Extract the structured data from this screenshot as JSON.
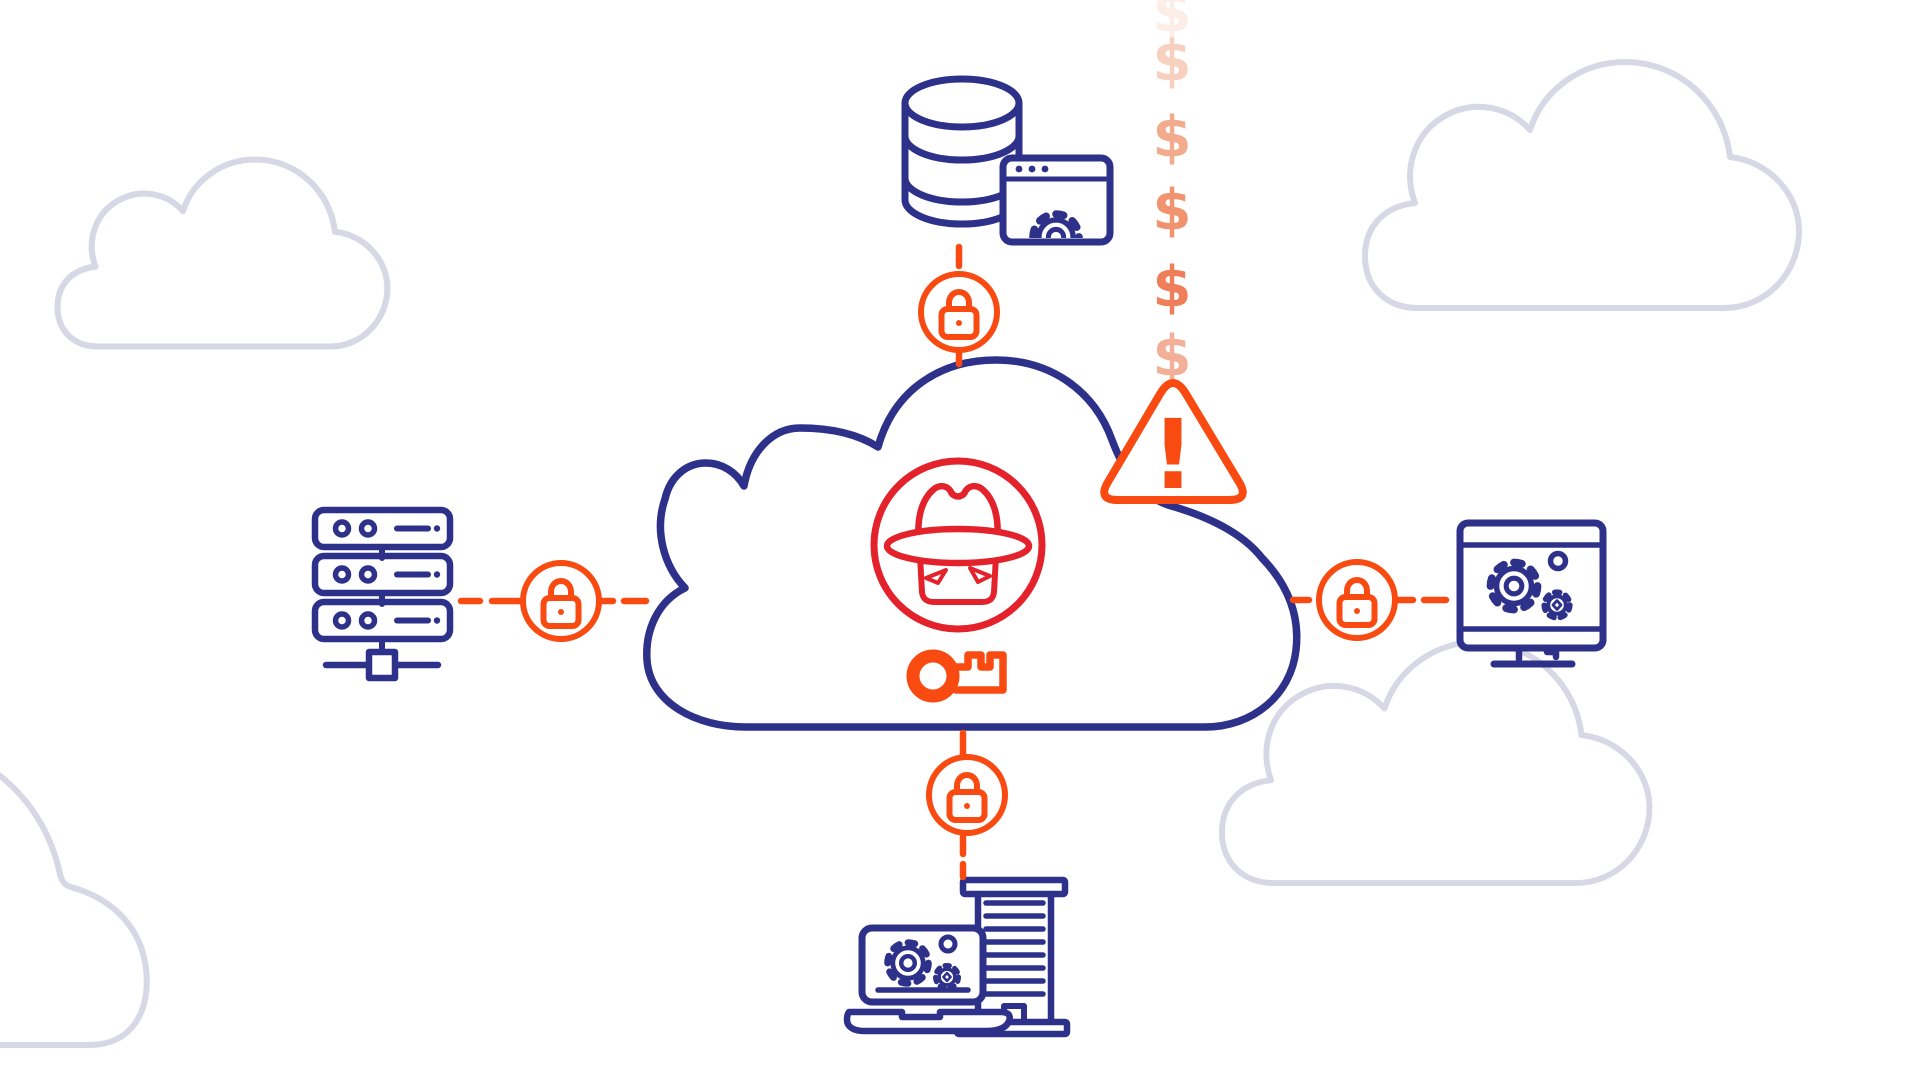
{
  "colors": {
    "background": "#ffffff",
    "navy": "#2d3189",
    "red": "#e3222b",
    "orange": "#f94b11",
    "cloud_gray": "#d7d7e5"
  },
  "icons": {
    "center": "cloud-outline",
    "threat": "spy-hacker-icon",
    "access": "key-icon",
    "alert": "warning-triangle-icon",
    "top_node": "database-app-icon",
    "left_node": "server-rack-icon",
    "right_node": "monitor-settings-icon",
    "bottom_node": "laptop-building-icon",
    "connector_lock": "padlock-icon"
  },
  "warning": {
    "mark": "!"
  },
  "dollar_trail": {
    "symbol": "$",
    "count": 6,
    "items": [
      {
        "color": "#fcede7"
      },
      {
        "color": "#f8d0bf"
      },
      {
        "color": "#f3ab8e"
      },
      {
        "color": "#f0936e"
      },
      {
        "color": "#ee7f5a"
      },
      {
        "color": "#f3b098"
      }
    ]
  },
  "connections": [
    {
      "from": "database-app",
      "to": "cloud",
      "lock": true
    },
    {
      "from": "server-rack",
      "to": "cloud",
      "lock": true
    },
    {
      "from": "monitor-settings",
      "to": "cloud",
      "lock": true
    },
    {
      "from": "laptop-building",
      "to": "cloud",
      "lock": true
    }
  ]
}
